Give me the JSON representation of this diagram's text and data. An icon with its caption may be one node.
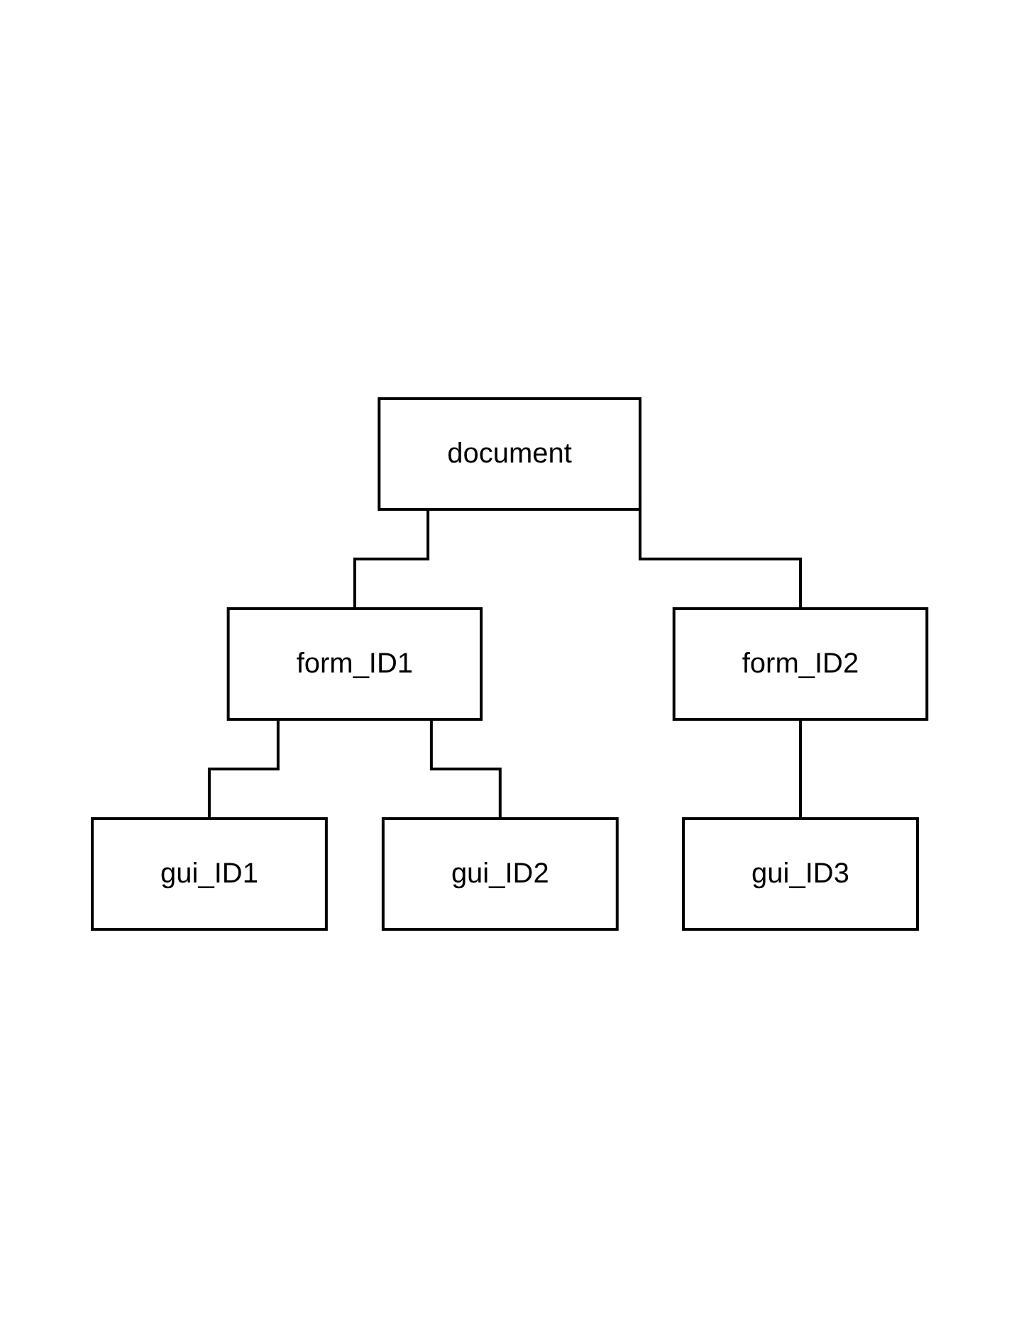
{
  "diagram": {
    "nodes": [
      {
        "text": [
          "document"
        ]
      },
      {
        "text": [
          "form_ID1"
        ]
      },
      {
        "text": [
          "gui_ID1"
        ]
      },
      {
        "text": [
          "gui_ID2"
        ]
      },
      {
        "text": [
          "form_ID2"
        ]
      },
      {
        "text": [
          "gui_ID3"
        ]
      }
    ],
    "edges": [
      {
        "from": 0,
        "to": 1,
        "arrow": "none"
      },
      {
        "from": 1,
        "to": 2,
        "arrow": "none"
      },
      {
        "from": 1,
        "to": 3,
        "arrow": "none"
      },
      {
        "from": 0,
        "to": 4,
        "arrow": "none"
      },
      {
        "from": 4,
        "to": 5,
        "arrow": "none"
      }
    ]
  }
}
